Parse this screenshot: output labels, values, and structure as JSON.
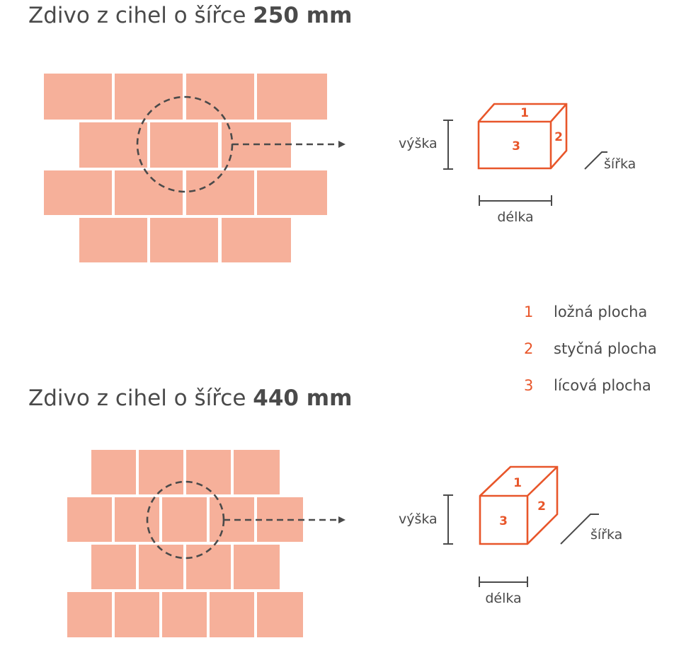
{
  "colors": {
    "brick": "#f6b09a",
    "accent": "#e8562a",
    "text": "#4a4a4a"
  },
  "diagrams": [
    {
      "title_prefix": "Zdivo z cihel o šířce",
      "title_value": "250 mm",
      "height_label": "výška",
      "width_label": "šířka",
      "length_label": "délka",
      "face_labels": [
        "1",
        "2",
        "3"
      ]
    },
    {
      "title_prefix": "Zdivo z cihel o šířce",
      "title_value": "440 mm",
      "height_label": "výška",
      "width_label": "šířka",
      "length_label": "délka",
      "face_labels": [
        "1",
        "2",
        "3"
      ]
    }
  ],
  "legend": [
    {
      "num": "1",
      "text": "ložná plocha"
    },
    {
      "num": "2",
      "text": "styčná plocha"
    },
    {
      "num": "3",
      "text": "lícová plocha"
    }
  ]
}
